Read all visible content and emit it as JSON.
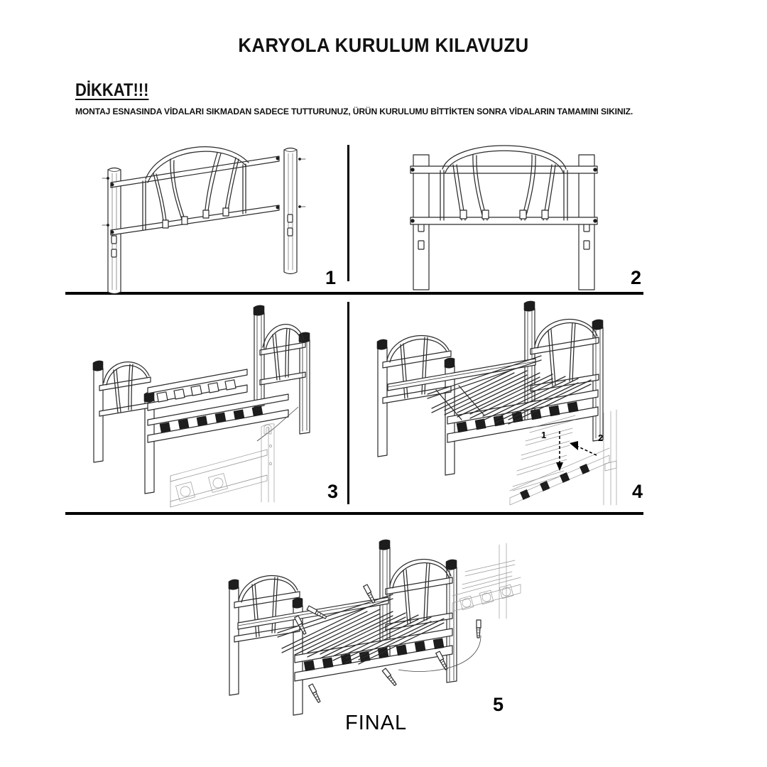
{
  "document": {
    "title": "KARYOLA KURULUM KILAVUZU",
    "attention_heading": "DİKKAT!!!",
    "warning_text": "MONTAJ ESNASINDA VİDALARI SIKMADAN SADECE TUTTURUNUZ, ÜRÜN KURULUMU BİTTİKTEN SONRA VİDALARIN TAMAMINI SIKINIZ.",
    "final_caption": "FINAL",
    "background_color": "#ffffff",
    "line_color": "#2b2b2b"
  },
  "steps": [
    {
      "number": "1",
      "name": "headboard-parts-exploded",
      "description": "Karyola baslik paneli ve iki ayak borusu ayri gosterilmis, vida noktalari isaretli"
    },
    {
      "number": "2",
      "name": "headboard-assembled-front",
      "description": "Baslik paneli ayaklara monte edilmis onden gorunum"
    },
    {
      "number": "3",
      "name": "side-rails-attach",
      "description": "Yan kenar profilleri baslik ve ayak ucuna takiliyor, detay buyutme"
    },
    {
      "number": "4",
      "name": "slats-install",
      "description": "Sunta traversler yerine yerlestiriliyor, detay buyutmede 1 ve 2 yonleri"
    },
    {
      "number": "5",
      "name": "final-screw-tighten",
      "description": "Tum vidalar sikiliyor, tamamlanmis karyola"
    }
  ],
  "detail_callouts": {
    "step4_arrows": [
      {
        "label": "1",
        "direction": "down"
      },
      {
        "label": "2",
        "direction": "left"
      }
    ]
  },
  "layout": {
    "grid_rows": [
      {
        "panels": [
          "1",
          "2"
        ]
      },
      {
        "panels": [
          "3",
          "4"
        ]
      },
      {
        "panels": [
          "5"
        ]
      }
    ]
  }
}
